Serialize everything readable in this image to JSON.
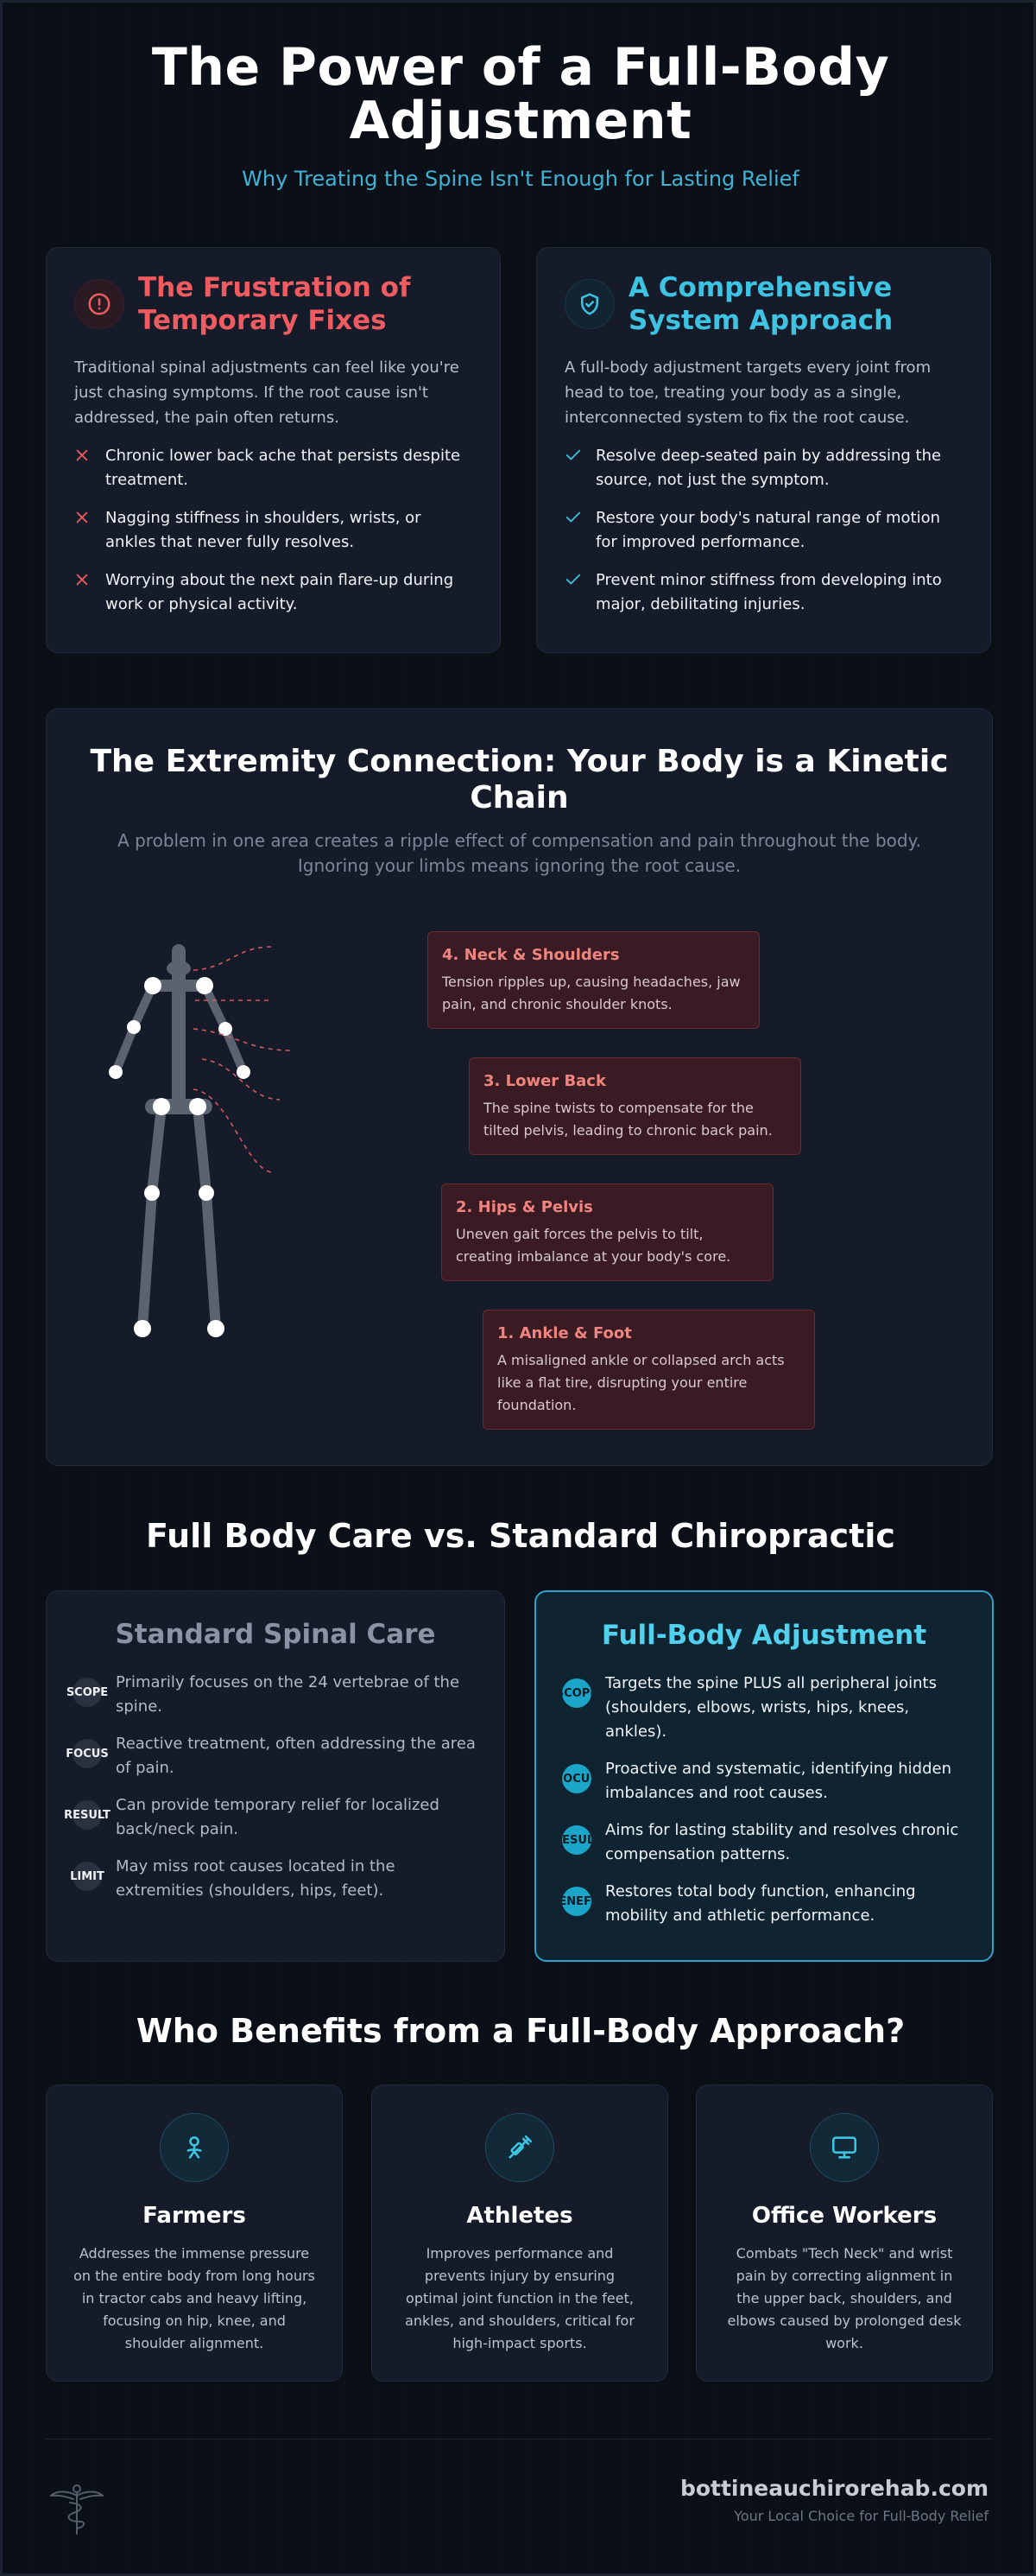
{
  "header": {
    "title_line1": "The Power of a Full-Body",
    "title_line2": "Adjustment",
    "subtitle": "Why Treating the Spine Isn't Enough for Lasting Relief"
  },
  "problem": {
    "title_line1": "The Frustration of",
    "title_line2": "Temporary Fixes",
    "icon": "alert-circle-icon",
    "intro": "Traditional spinal adjustments can feel like you're just chasing symptoms. If the root cause isn't addressed, the pain often returns.",
    "items": [
      "Chronic lower back ache that persists despite treatment.",
      "Nagging stiffness in shoulders, wrists, or ankles that never fully resolves.",
      "Worrying about the next pain flare-up during work or physical activity."
    ]
  },
  "solution": {
    "title_line1": "A Comprehensive",
    "title_line2": "System Approach",
    "icon": "shield-check-icon",
    "intro": "A full-body adjustment targets every joint from head to toe, treating your body as a single, interconnected system to fix the root cause.",
    "items": [
      "Resolve deep-seated pain by addressing the source, not just the symptom.",
      "Restore your body's natural range of motion for improved performance.",
      "Prevent minor stiffness from developing into major, debilitating injuries."
    ]
  },
  "kinetic": {
    "title_line1": "The Extremity Connection: Your Body is a Kinetic",
    "title_line2": "Chain",
    "subtitle": "A problem in one area creates a ripple effect of compensation and pain throughout the body. Ignoring your limbs means ignoring the root cause.",
    "steps": [
      {
        "title": "4. Neck & Shoulders",
        "text": "Tension ripples up, causing headaches, jaw pain, and chronic shoulder knots."
      },
      {
        "title": "3. Lower Back",
        "text": "The spine twists to compensate for the tilted pelvis, leading to chronic back pain."
      },
      {
        "title": "2. Hips & Pelvis",
        "text": "Uneven gait forces the pelvis to tilt, creating imbalance at your body's core."
      },
      {
        "title": "1. Ankle & Foot",
        "text": "A misaligned ankle or collapsed arch acts like a flat tire, disrupting your entire foundation."
      }
    ]
  },
  "comparison": {
    "title": "Full Body Care vs. Standard Chiropractic",
    "standard": {
      "title": "Standard Spinal Care",
      "rows": [
        {
          "badge": "SCOPE",
          "text": "Primarily focuses on the 24 vertebrae of the spine."
        },
        {
          "badge": "FOCUS",
          "text": "Reactive treatment, often addressing the area of pain."
        },
        {
          "badge": "RESULT",
          "text": "Can provide temporary relief for localized back/neck pain."
        },
        {
          "badge": "LIMIT",
          "text": "May miss root causes located in the extremities (shoulders, hips, feet)."
        }
      ]
    },
    "full": {
      "title": "Full-Body Adjustment",
      "rows": [
        {
          "badge": "SCOPE",
          "text": "Targets the spine PLUS all peripheral joints (shoulders, elbows, wrists, hips, knees, ankles)."
        },
        {
          "badge": "FOCUS",
          "text": "Proactive and systematic, identifying hidden imbalances and root causes."
        },
        {
          "badge": "RESULT",
          "text": "Aims for lasting stability and resolves chronic compensation patterns."
        },
        {
          "badge": "BENEFIT",
          "text": "Restores total body function, enhancing mobility and athletic performance."
        }
      ]
    }
  },
  "benefits": {
    "title": "Who Benefits from a Full-Body Approach?",
    "items": [
      {
        "icon": "farmer-icon",
        "title": "Farmers",
        "text": "Addresses the immense pressure on the entire body from long hours in tractor cabs and heavy lifting, focusing on hip, knee, and shoulder alignment."
      },
      {
        "icon": "syringe-icon",
        "title": "Athletes",
        "text": "Improves performance and prevents injury by ensuring optimal joint function in the feet, ankles, and shoulders, critical for high-impact sports."
      },
      {
        "icon": "monitor-icon",
        "title": "Office Workers",
        "text": "Combats \"Tech Neck\" and wrist pain by correcting alignment in the upper back, shoulders, and elbows caused by prolonged desk work."
      }
    ]
  },
  "footer": {
    "logo_icon": "caduceus-icon",
    "url": "bottineauchirorehab.com",
    "tagline": "Your Local Choice for Full-Body Relief"
  },
  "colors": {
    "background": "#0b0f18",
    "card": "#151b28",
    "red_accent": "#ee5b61",
    "cyan_accent": "#3fc3e3",
    "step_box": "#3a1b23"
  }
}
